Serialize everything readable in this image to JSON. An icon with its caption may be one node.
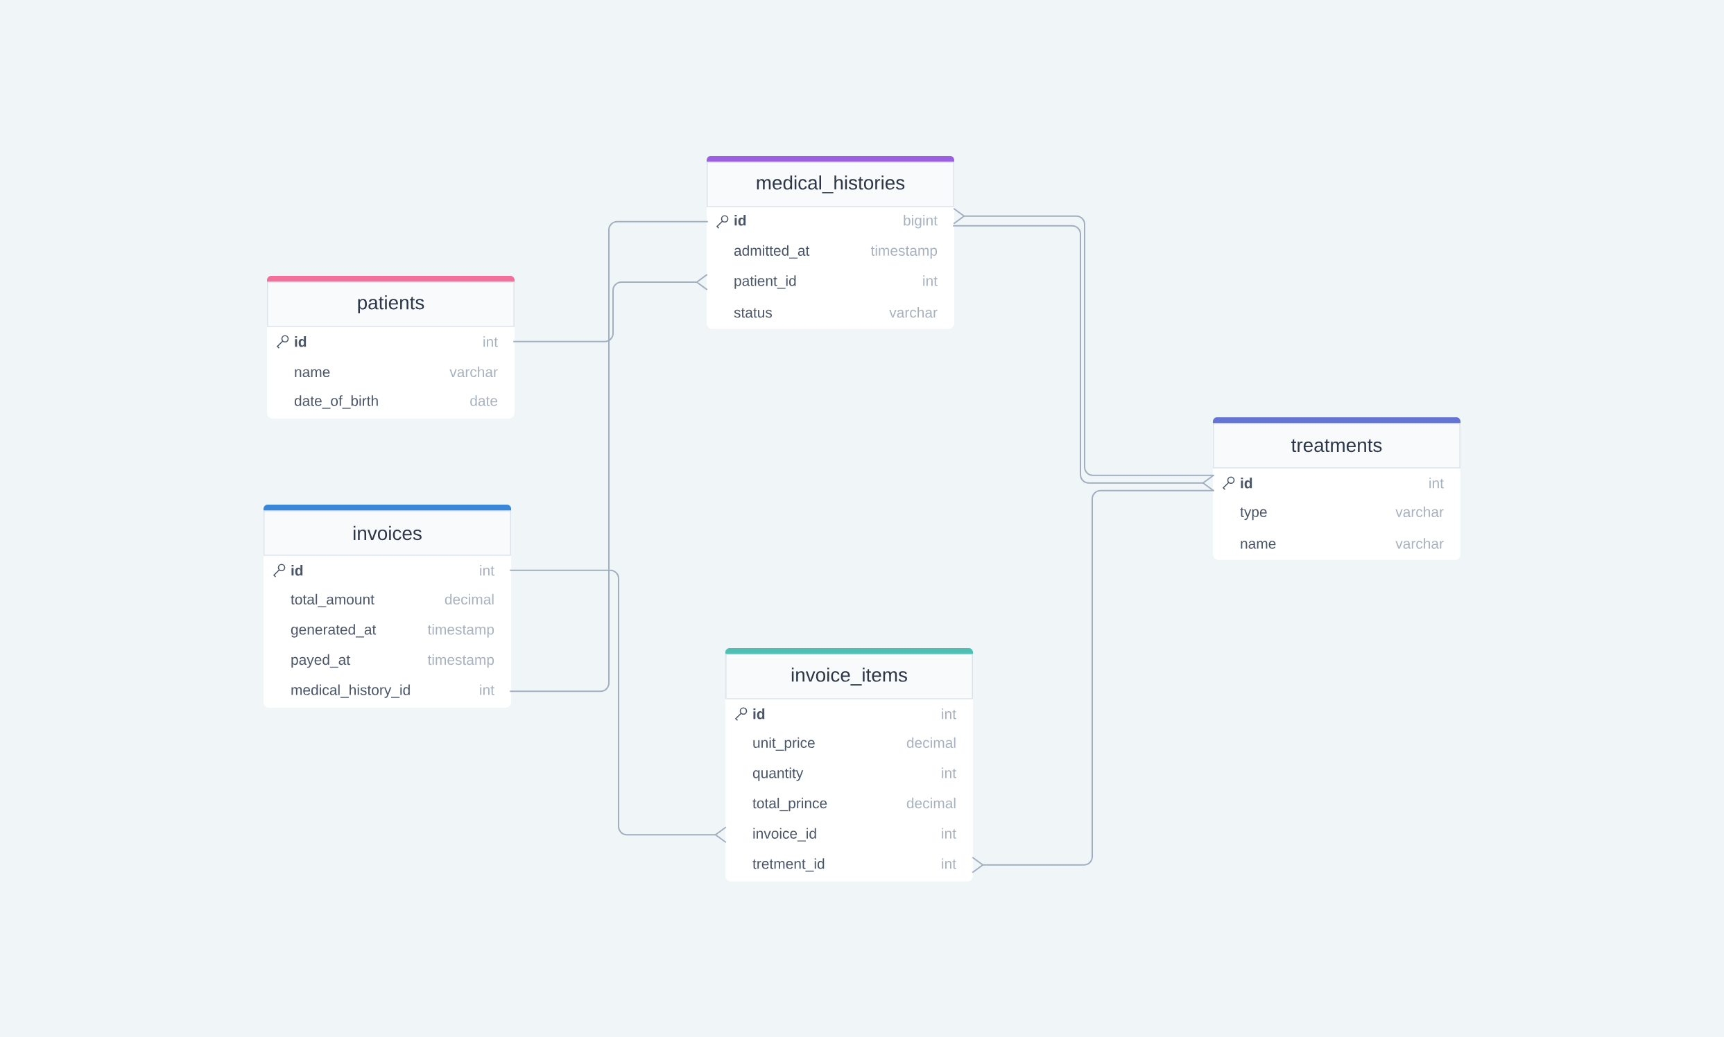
{
  "diagram": {
    "nodes": [
      {
        "text": [
          "medical_histories"
        ]
      },
      {
        "text": [
          "id",
          "bigint"
        ],
        "in": 0
      },
      {
        "text": [
          "admitted_at",
          "timestamp"
        ],
        "in": 0
      },
      {
        "text": [
          "patient_id",
          "int"
        ],
        "in": 0
      },
      {
        "text": [
          "status",
          "varchar"
        ],
        "in": 0
      },
      {
        "text": [
          "patients"
        ]
      },
      {
        "text": [
          "id",
          "int"
        ],
        "in": 5
      },
      {
        "text": [
          "name",
          "varchar"
        ],
        "in": 5
      },
      {
        "text": [
          "date_of_birth",
          "date"
        ],
        "in": 5
      },
      {
        "text": [
          "treatments"
        ]
      },
      {
        "text": [
          "id",
          "int"
        ],
        "in": 9
      },
      {
        "text": [
          "type",
          "varchar"
        ],
        "in": 9
      },
      {
        "text": [
          "name",
          "varchar"
        ],
        "in": 9
      },
      {
        "text": [
          "invoices"
        ]
      },
      {
        "text": [
          "id",
          "int"
        ],
        "in": 13
      },
      {
        "text": [
          "total_amount",
          "decimal"
        ],
        "in": 13
      },
      {
        "text": [
          "generated_at",
          "timestamp"
        ],
        "in": 13
      },
      {
        "text": [
          "payed_at",
          "timestamp"
        ],
        "in": 13
      },
      {
        "text": [
          "medical_history_id",
          "int"
        ],
        "in": 13
      },
      {
        "text": [
          "invoice_items"
        ]
      },
      {
        "text": [
          "id",
          "int"
        ],
        "in": 19
      },
      {
        "text": [
          "unit_price",
          "decimal"
        ],
        "in": 19
      },
      {
        "text": [
          "quantity",
          "int"
        ],
        "in": 19
      },
      {
        "text": [
          "total_prince",
          "decimal"
        ],
        "in": 19
      },
      {
        "text": [
          "invoice_id",
          "int"
        ],
        "in": 19
      },
      {
        "text": [
          "tretment_id",
          "int"
        ],
        "in": 19
      }
    ],
    "edges": [
      {
        "from": 6,
        "to": 3,
        "arrow": "other"
      },
      {
        "from": 1,
        "to": 18,
        "arrow": "none"
      },
      {
        "from": 10,
        "to": 1,
        "arrow": "other"
      },
      {
        "from": 1,
        "to": 10,
        "arrow": "other"
      },
      {
        "from": 14,
        "to": 24,
        "arrow": "other"
      },
      {
        "from": 10,
        "to": 25,
        "arrow": "other"
      }
    ]
  }
}
